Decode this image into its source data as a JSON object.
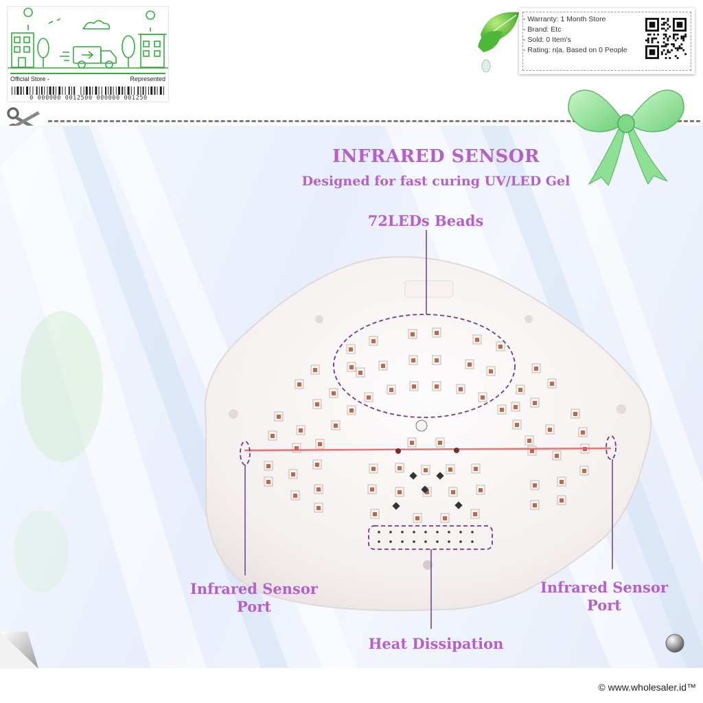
{
  "store_card": {
    "left_label": "Official Store -",
    "right_label": "Represented",
    "barcode_digits": "0 000000 0012500 000000 001250"
  },
  "info_card": {
    "lines": [
      "- Warranty: 1 Month Store",
      "- Brand: Etc",
      "- Sold: 0 Item's",
      "- Rating: n|a. Based on 0 People"
    ]
  },
  "product": {
    "title": "INFRARED SENSOR",
    "subtitle": "Designed for fast curing UV/LED Gel",
    "label_leds": "72LEDs Beads",
    "label_left_sensor": [
      "Infrared Sensor",
      "Port"
    ],
    "label_right_sensor": [
      "Infrared Sensor",
      "Port"
    ],
    "label_heat": "Heat Dissipation"
  },
  "footer": {
    "copyright": "© www.wholesaler.id™"
  },
  "colors": {
    "accent_text": "#b560c8",
    "store_green": "#2fae3a",
    "laser_red": "#e06060"
  },
  "icons": [
    "scissors-icon",
    "leaf-icon",
    "qr-code-icon",
    "bow-icon",
    "barcode-icon",
    "page-curl-icon",
    "metal-button-icon"
  ]
}
